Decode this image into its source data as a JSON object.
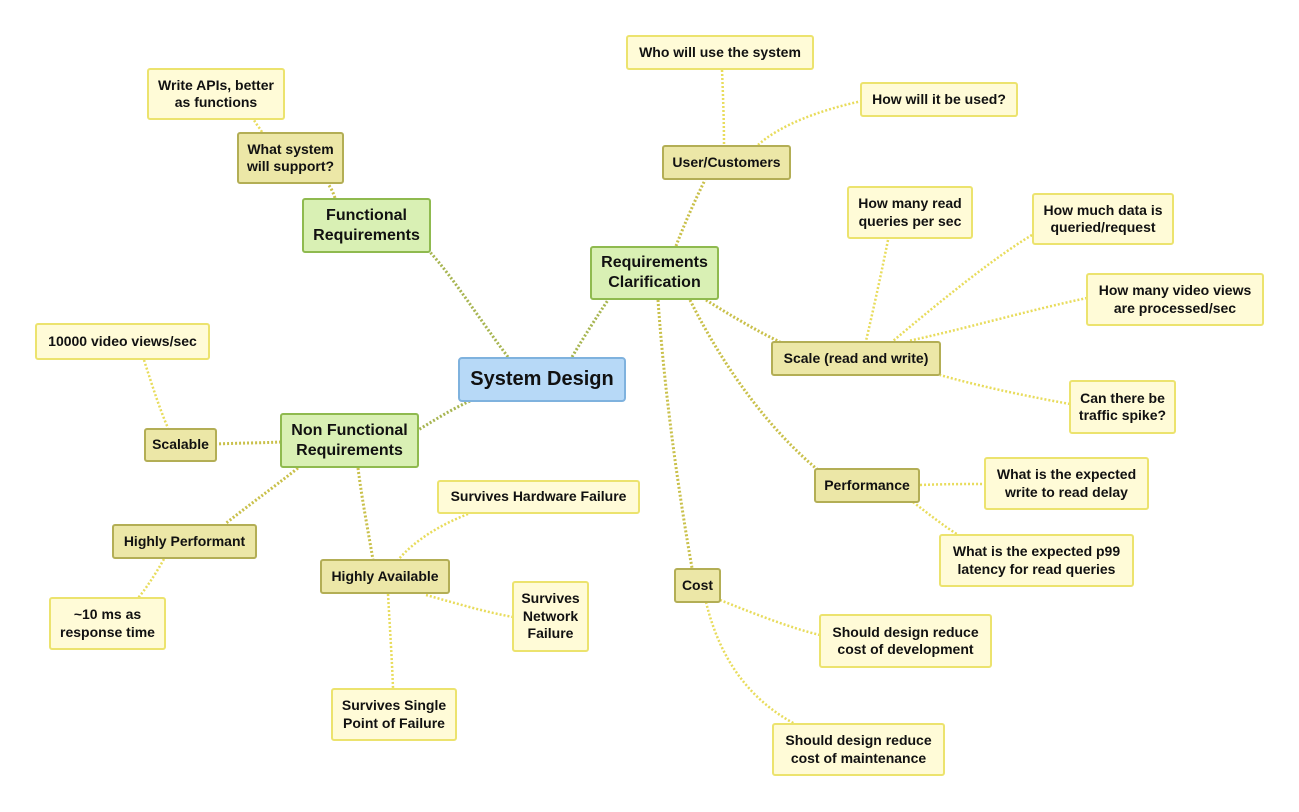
{
  "central": {
    "label": "System Design"
  },
  "functional": {
    "label": "Functional\nRequirements",
    "support": {
      "label": "What system\nwill support?",
      "apis": "Write APIs, better\nas functions"
    }
  },
  "requirements_clarification": {
    "label": "Requirements\nClarification",
    "users": {
      "label": "User/Customers",
      "who": "Who will use the system",
      "how": "How will it be used?"
    },
    "scale": {
      "label": "Scale (read and write)",
      "read_queries": "How many read\nqueries per sec",
      "data_per_request": "How much data is\nqueried/request",
      "video_views": "How many video views\nare processed/sec",
      "traffic_spike": "Can there be\ntraffic spike?"
    },
    "performance": {
      "label": "Performance",
      "write_read_delay": "What is the expected\nwrite to read delay",
      "p99_latency": "What is the expected p99\nlatency for read queries"
    },
    "cost": {
      "label": "Cost",
      "development": "Should design reduce\ncost of development",
      "maintenance": "Should design reduce\ncost of maintenance"
    }
  },
  "non_functional": {
    "label": "Non Functional\nRequirements",
    "scalable": {
      "label": "Scalable",
      "views": "10000 video views/sec"
    },
    "highly_performant": {
      "label": "Highly Performant",
      "response_time": "~10 ms as\nresponse time"
    },
    "highly_available": {
      "label": "Highly Available",
      "hardware": "Survives Hardware Failure",
      "network": "Survives\nNetwork\nFailure",
      "spof": "Survives Single\nPoint of Failure"
    }
  },
  "colors": {
    "central_fill": "#b7d9f7",
    "main_fill": "#d9f0b4",
    "sub_fill": "#ece7a7",
    "leaf_fill": "#fffbd7"
  }
}
